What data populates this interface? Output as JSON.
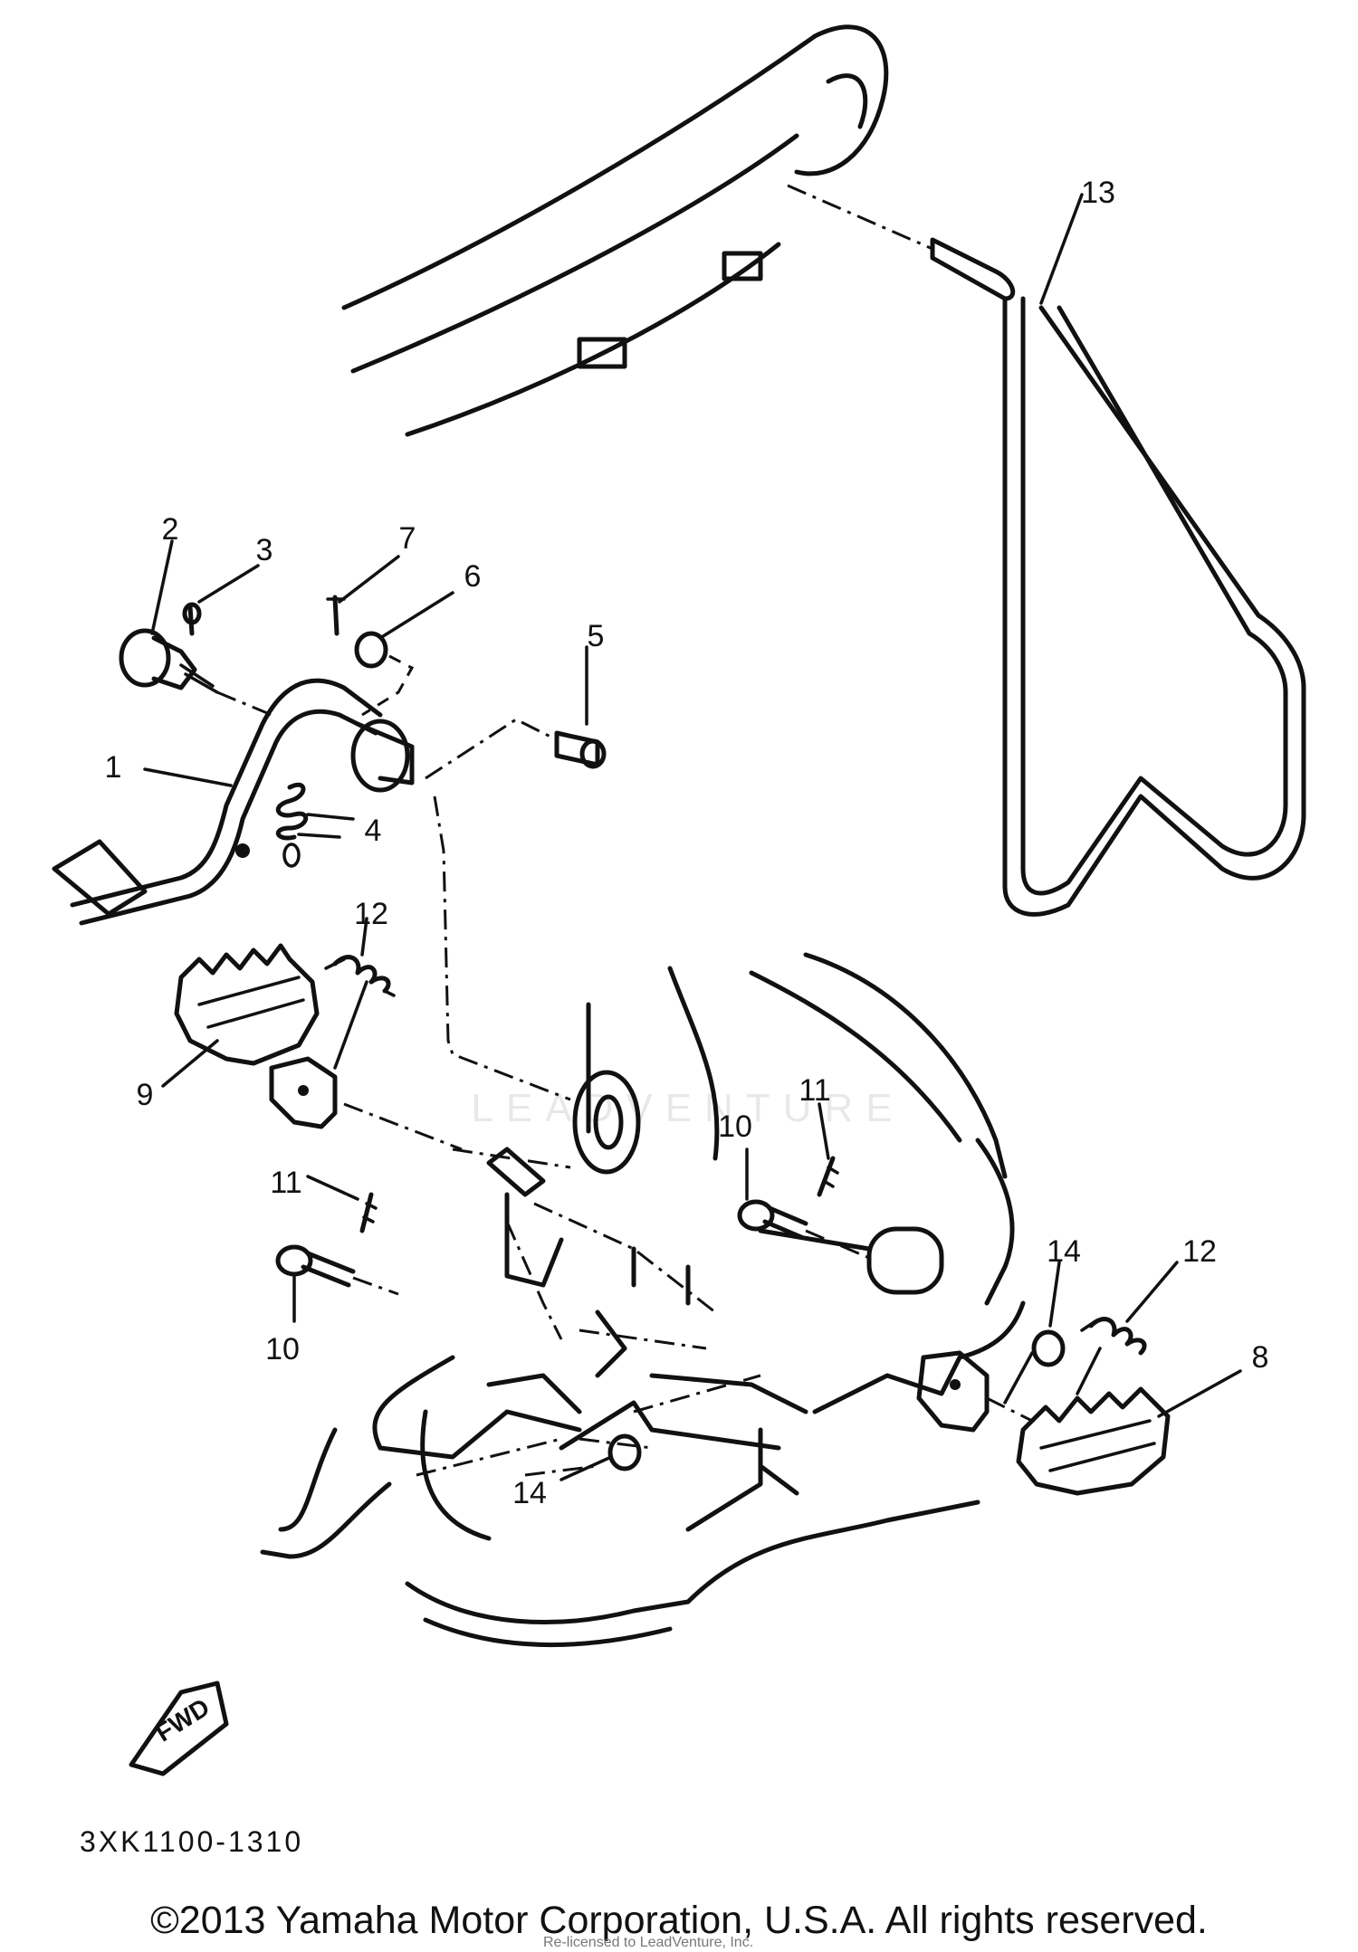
{
  "diagram": {
    "callouts": [
      {
        "id": "label-1",
        "text": "1"
      },
      {
        "id": "label-2",
        "text": "2"
      },
      {
        "id": "label-3",
        "text": "3"
      },
      {
        "id": "label-4",
        "text": "4"
      },
      {
        "id": "label-5",
        "text": "5"
      },
      {
        "id": "label-6",
        "text": "6"
      },
      {
        "id": "label-7",
        "text": "7"
      },
      {
        "id": "label-8",
        "text": "8"
      },
      {
        "id": "label-9",
        "text": "9"
      },
      {
        "id": "label-10a",
        "text": "10"
      },
      {
        "id": "label-10b",
        "text": "10"
      },
      {
        "id": "label-11a",
        "text": "11"
      },
      {
        "id": "label-11b",
        "text": "11"
      },
      {
        "id": "label-12a",
        "text": "12"
      },
      {
        "id": "label-12b",
        "text": "12"
      },
      {
        "id": "label-13",
        "text": "13"
      },
      {
        "id": "label-14a",
        "text": "14"
      },
      {
        "id": "label-14b",
        "text": "14"
      }
    ],
    "fwd_label": "FWD",
    "part_code": "3XK1100-1310",
    "watermark": "LEADVENTURE",
    "credit": "Re-licensed to LeadVenture, Inc.",
    "copyright": "©2013 Yamaha Motor Corporation, U.S.A. All rights reserved."
  }
}
